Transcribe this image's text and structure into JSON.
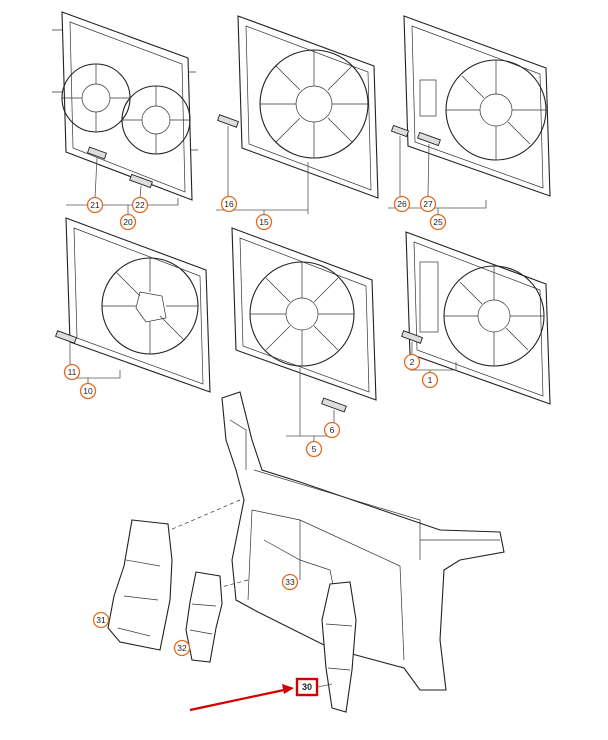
{
  "callouts": [
    {
      "id": "c21",
      "label": "21"
    },
    {
      "id": "c22",
      "label": "22"
    },
    {
      "id": "c20",
      "label": "20"
    },
    {
      "id": "c16",
      "label": "16"
    },
    {
      "id": "c15",
      "label": "15"
    },
    {
      "id": "c26",
      "label": "26"
    },
    {
      "id": "c27",
      "label": "27"
    },
    {
      "id": "c25",
      "label": "25"
    },
    {
      "id": "c11",
      "label": "11"
    },
    {
      "id": "c10",
      "label": "10"
    },
    {
      "id": "c6",
      "label": "6"
    },
    {
      "id": "c5",
      "label": "5"
    },
    {
      "id": "c2",
      "label": "2"
    },
    {
      "id": "c1",
      "label": "1"
    },
    {
      "id": "c33",
      "label": "33"
    },
    {
      "id": "c31",
      "label": "31"
    },
    {
      "id": "c32",
      "label": "32"
    }
  ],
  "highlighted": {
    "label": "30",
    "color": "#d40000"
  },
  "colors": {
    "callout_ring": "#e26a1c",
    "arrow": "#d40000",
    "line": "#222222"
  }
}
